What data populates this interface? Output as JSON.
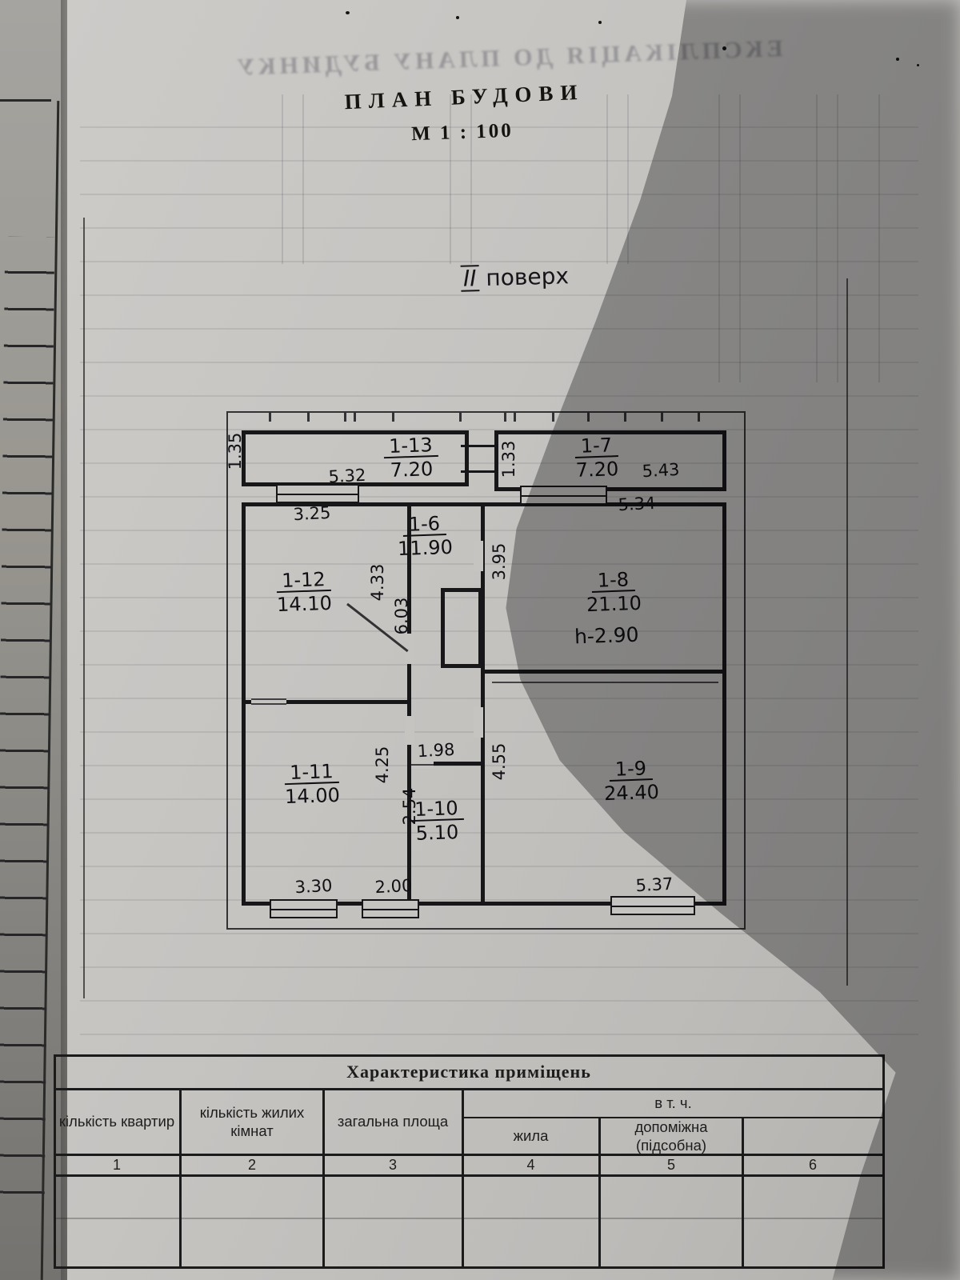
{
  "page": {
    "title": "ПЛАН  БУДОВИ",
    "scale": "М 1 : 100",
    "floor_numeral": "ІІ",
    "floor_word": "поверх",
    "ghost_title": "ЕКСПЛІКАЦІЯ ДО ПЛАНУ БУДИНКУ"
  },
  "plan": {
    "rooms": {
      "r13": {
        "num": "1-13",
        "area": "7.20",
        "dim_bottom": "5.32",
        "dim_side": "1.35"
      },
      "r7": {
        "num": "1-7",
        "area": "7.20",
        "dim_right": "5.43",
        "dim_side": "1.33"
      },
      "r12": {
        "num": "1-12",
        "area": "14.10",
        "dim_top": "3.25",
        "dim_side": "4.33"
      },
      "r6": {
        "num": "1-6",
        "area": "11.90",
        "dim_side": "6.03"
      },
      "r8": {
        "num": "1-8",
        "area": "21.10",
        "dim_top": "5.34",
        "dim_side": "3.95",
        "height_note": "h-2.90"
      },
      "r11": {
        "num": "1-11",
        "area": "14.00",
        "dim_bottom": "3.30",
        "dim_side": "4.25"
      },
      "r10": {
        "num": "1-10",
        "area": "5.10",
        "dim_bottom": "2.00",
        "dim_side": "2.54",
        "dim_top": "1.98"
      },
      "r9": {
        "num": "1-9",
        "area": "24.40",
        "dim_bottom": "5.37",
        "dim_side": "4.55"
      }
    }
  },
  "table": {
    "title": "Характеристика  приміщень",
    "col1": "кількість квартир",
    "col2": "кількість жилих кімнат",
    "col3": "загальна площа",
    "group": "в  т. ч.",
    "col4": "жила",
    "col5": "допоміжна (підсобна)",
    "numbers": [
      "1",
      "2",
      "3",
      "4",
      "5",
      "6"
    ]
  }
}
